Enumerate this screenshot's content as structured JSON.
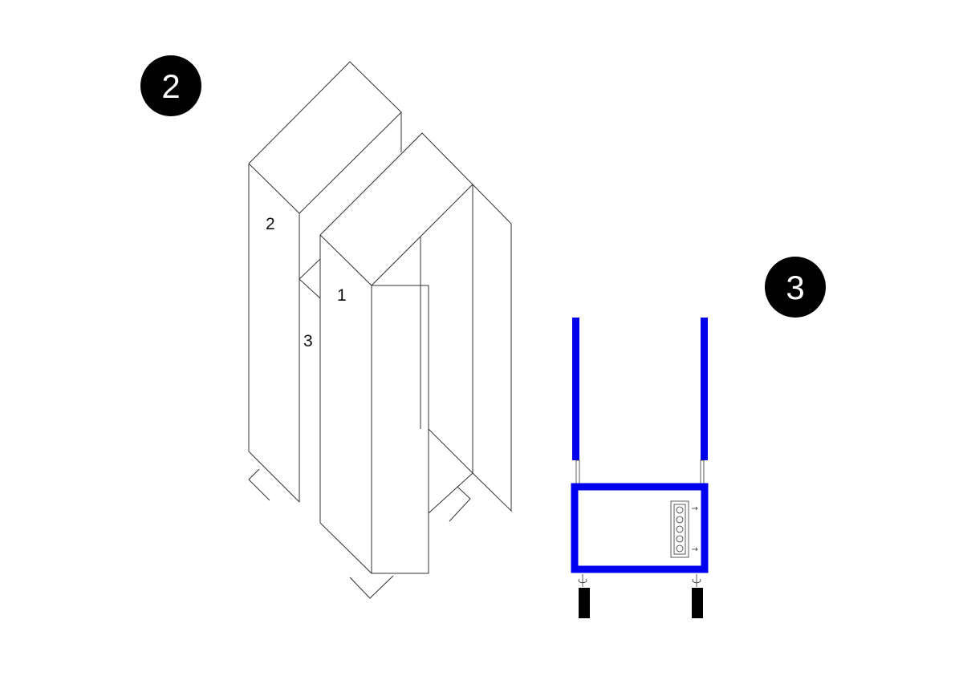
{
  "steps": [
    {
      "number": "2"
    },
    {
      "number": "3"
    }
  ],
  "parts": {
    "part_1": "1",
    "part_2": "2",
    "part_3": "3"
  },
  "colors": {
    "frame": "#0000ee",
    "badge": "#000000",
    "outline": "#333333",
    "foot": "#000000"
  },
  "icons": {
    "power_strip": "power-strip-icon",
    "arrow": "arrow-right-icon",
    "adjust": "rotate-adjust-icon"
  }
}
